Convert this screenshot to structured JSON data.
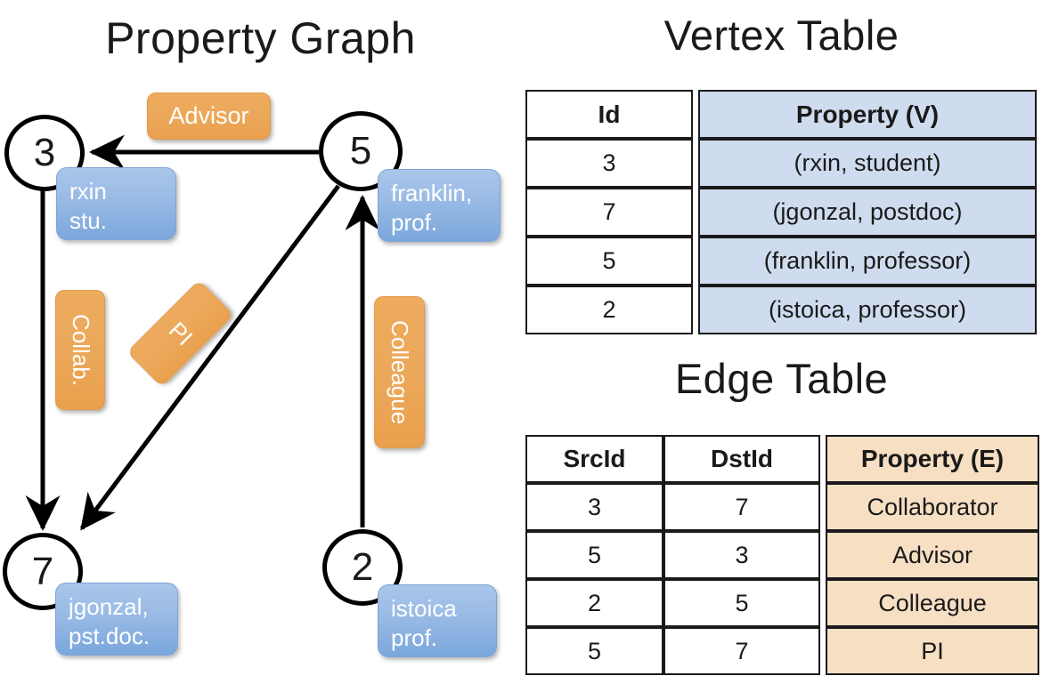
{
  "titles": {
    "property_graph": "Property Graph",
    "vertex_table": "Vertex Table",
    "edge_table": "Edge Table"
  },
  "graph": {
    "nodes": [
      {
        "id": "3",
        "property_lines": [
          "rxin",
          "stu."
        ]
      },
      {
        "id": "5",
        "property_lines": [
          "franklin,",
          "prof."
        ]
      },
      {
        "id": "7",
        "property_lines": [
          "jgonzal,",
          "pst.doc."
        ]
      },
      {
        "id": "2",
        "property_lines": [
          "istoica",
          "prof."
        ]
      }
    ],
    "edge_labels": [
      {
        "label": "Advisor",
        "src": "5",
        "dst": "3"
      },
      {
        "label": "Collab.",
        "src": "3",
        "dst": "7"
      },
      {
        "label": "PI",
        "src": "5",
        "dst": "7"
      },
      {
        "label": "Colleague",
        "src": "2",
        "dst": "5"
      }
    ],
    "colors": {
      "node_stroke": "#000000",
      "property_box": "#9dbde6",
      "edge_label_box": "#eca95c",
      "edge_stroke": "#000000"
    }
  },
  "vertex_table": {
    "headers": [
      "Id",
      "Property (V)"
    ],
    "rows": [
      [
        "3",
        "(rxin, student)"
      ],
      [
        "7",
        "(jgonzal, postdoc)"
      ],
      [
        "5",
        "(franklin, professor)"
      ],
      [
        "2",
        "(istoica, professor)"
      ]
    ],
    "property_col_color": "#cfdcef"
  },
  "edge_table": {
    "headers": [
      "SrcId",
      "DstId",
      "Property (E)"
    ],
    "rows": [
      [
        "3",
        "7",
        "Collaborator"
      ],
      [
        "5",
        "3",
        "Advisor"
      ],
      [
        "2",
        "5",
        "Colleague"
      ],
      [
        "5",
        "7",
        "PI"
      ]
    ],
    "property_col_color": "#f7dfc4"
  }
}
